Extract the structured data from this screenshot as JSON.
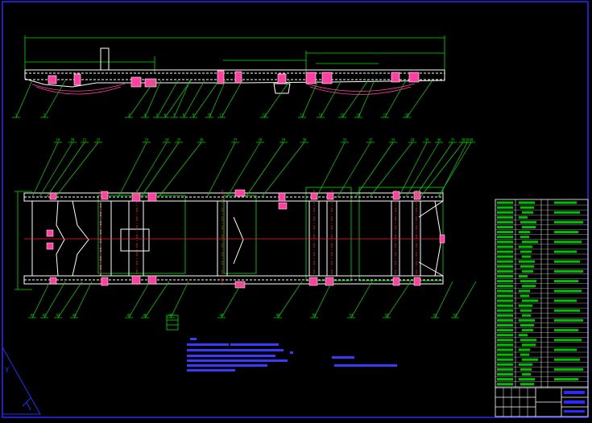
{
  "drawing": {
    "background": "#000000",
    "colors": {
      "frame": "#2a2aff",
      "outline": "#ffffff",
      "dimension": "#00e000",
      "centerline": "#ff2020",
      "detail": "#ff40a0",
      "notes": "#3a3aff",
      "table_fill": "#00c000",
      "title_accent": "#2a2aff"
    },
    "side_view_balloons": [
      "1",
      "2",
      "3",
      "4",
      "5",
      "6",
      "7",
      "8",
      "9",
      "10",
      "11",
      "12",
      "13",
      "14",
      "15",
      "16",
      "17",
      "18"
    ],
    "top_view_balloons_top": [
      "19",
      "20",
      "21",
      "22",
      "23",
      "24",
      "25",
      "26",
      "27",
      "28",
      "29",
      "30",
      "31",
      "32",
      "33",
      "34",
      "35",
      "36",
      "37",
      "38",
      "39",
      "40"
    ],
    "top_view_balloons_bottom": [
      "41",
      "42",
      "43",
      "44",
      "45",
      "46",
      "47",
      "48",
      "49",
      "50",
      "51",
      "52",
      "53",
      "54"
    ],
    "axis_label": "Y"
  }
}
